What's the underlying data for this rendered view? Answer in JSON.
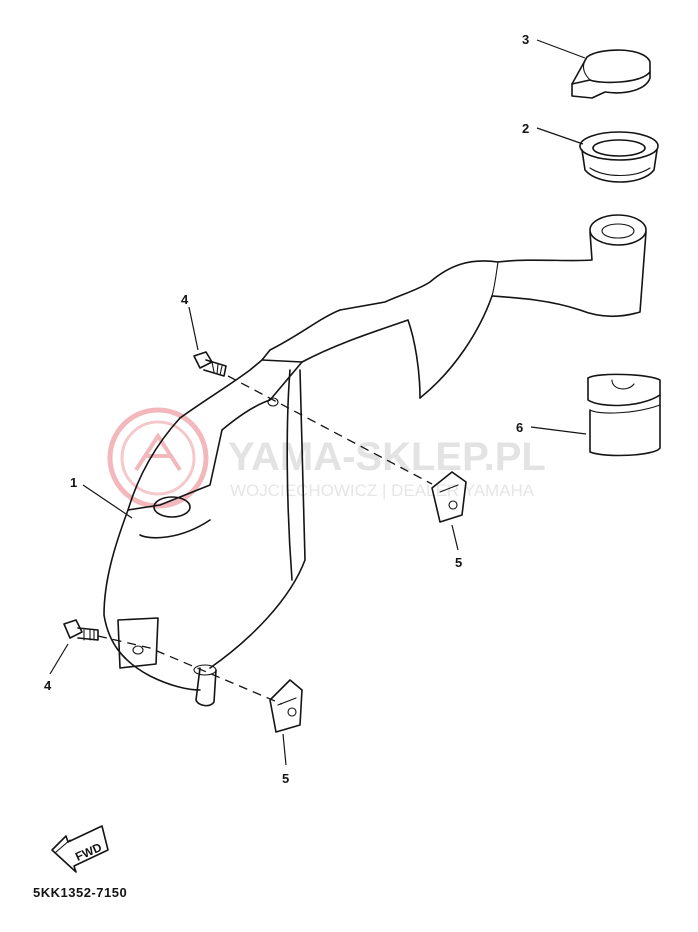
{
  "watermark": {
    "title": "YAMA-SKLEP.PL",
    "subtitle": "WOJCIECHOWICZ | DEALER YAMAHA",
    "logo_color": "#f2b8bc",
    "text_color": "#e3e3e3"
  },
  "callouts": {
    "c1": "1",
    "c2": "2",
    "c3": "3",
    "c4a": "4",
    "c4b": "4",
    "c5a": "5",
    "c5b": "5",
    "c6": "6"
  },
  "fwd_label": "FWD",
  "part_number": "5KK1352-7150",
  "icons": {
    "fwd": "fwd-arrow-icon",
    "logo": "yamaha-tuning-fork-logo"
  }
}
